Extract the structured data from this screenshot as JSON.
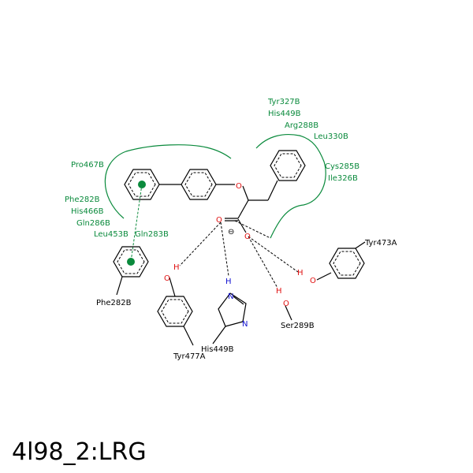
{
  "title": "4l98_2:LRG",
  "hydrophobic_labels": [
    "Tyr327B",
    "His449B",
    "Arg288B",
    "Leu330B",
    "Cys285B",
    "Ile326B",
    "Pro467B",
    "Phe282B",
    "His466B",
    "Gln286B",
    "Leu453B",
    "Gln283B"
  ],
  "residue_labels": [
    "Phe282B",
    "Tyr477A",
    "His449B",
    "Ser289B",
    "Tyr473A"
  ],
  "atom_labels": {
    "O": "O",
    "N": "N",
    "H": "H",
    "charge": "⊖"
  },
  "colors": {
    "hydrophobic": "#0a8a3c",
    "oxygen": "#e01010",
    "nitrogen": "#1010d0",
    "bond": "#000000"
  }
}
